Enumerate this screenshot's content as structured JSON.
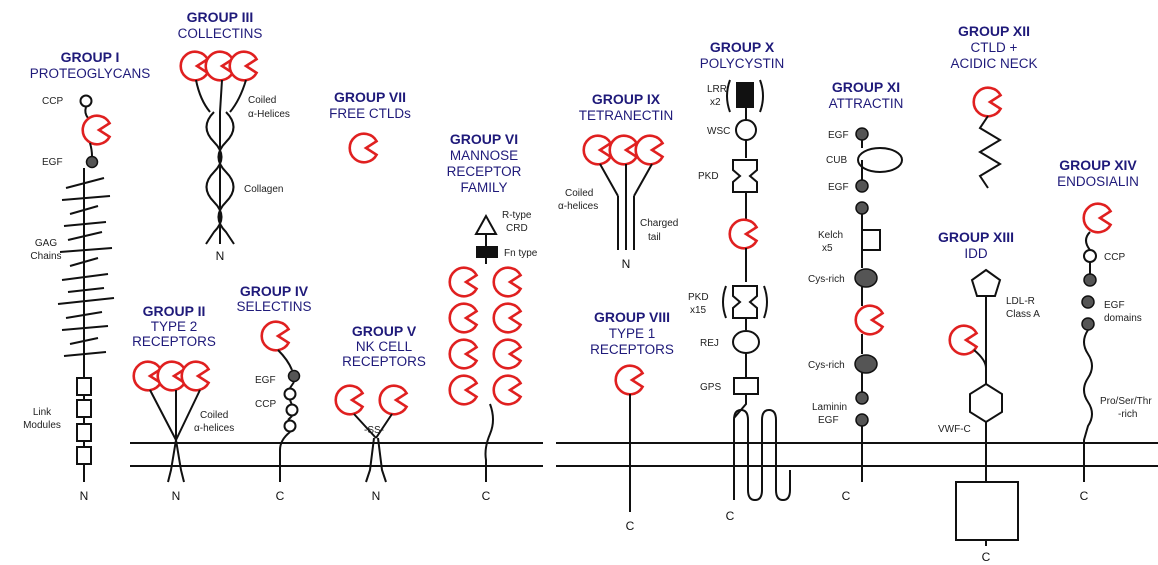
{
  "groups": {
    "g1": {
      "title": "GROUP I",
      "subtitle": "PROTEOGLYCANS"
    },
    "g2": {
      "title": "GROUP II",
      "subtitle1": "TYPE 2",
      "subtitle2": "RECEPTORS"
    },
    "g3": {
      "title": "GROUP III",
      "subtitle": "COLLECTINS"
    },
    "g4": {
      "title": "GROUP IV",
      "subtitle": "SELECTINS"
    },
    "g5": {
      "title": "GROUP V",
      "subtitle1": "NK CELL",
      "subtitle2": "RECEPTORS"
    },
    "g6": {
      "title": "GROUP VI",
      "subtitle1": "MANNOSE",
      "subtitle2": "RECEPTOR",
      "subtitle3": "FAMILY"
    },
    "g7": {
      "title": "GROUP VII",
      "subtitle": "FREE CTLDs"
    },
    "g8": {
      "title": "GROUP VIII",
      "subtitle1": "TYPE 1",
      "subtitle2": "RECEPTORS"
    },
    "g9": {
      "title": "GROUP IX",
      "subtitle": "TETRANECTIN"
    },
    "g10": {
      "title": "GROUP X",
      "subtitle": "POLYCYSTIN"
    },
    "g11": {
      "title": "GROUP XI",
      "subtitle": "ATTRACTIN"
    },
    "g12": {
      "title": "GROUP XII",
      "subtitle1": "CTLD +",
      "subtitle2": "ACIDIC NECK"
    },
    "g13": {
      "title": "GROUP XIII",
      "subtitle": "IDD"
    },
    "g14": {
      "title": "GROUP XIV",
      "subtitle": "ENDOSIALIN"
    }
  },
  "labels": {
    "ccp": "CCP",
    "egf": "EGF",
    "gag1": "GAG",
    "gag2": "Chains",
    "link1": "Link",
    "link2": "Modules",
    "coiled": "Coiled",
    "alpha_helices_cap": "α-Helices",
    "alpha_helices": "α-helices",
    "collagen": "Collagen",
    "ss": "-SS-",
    "rtype": "R-type",
    "crd": "CRD",
    "fntype": "Fn type",
    "charged": "Charged",
    "tail": "tail",
    "lrr": "LRR",
    "x2": "x2",
    "wsc": "WSC",
    "pkd": "PKD",
    "x15": "x15",
    "rej": "REJ",
    "gps": "GPS",
    "cub": "CUB",
    "kelch": "Kelch",
    "x5": "x5",
    "cysrich": "Cys-rich",
    "laminin": "Laminin",
    "ldlr1": "LDL-R",
    "ldlr2": "Class A",
    "vwfc": "VWF-C",
    "egf_domains": "domains",
    "pro1": "Pro/Ser/Thr",
    "pro2": "-rich"
  },
  "termini": {
    "n": "N",
    "c": "C"
  }
}
